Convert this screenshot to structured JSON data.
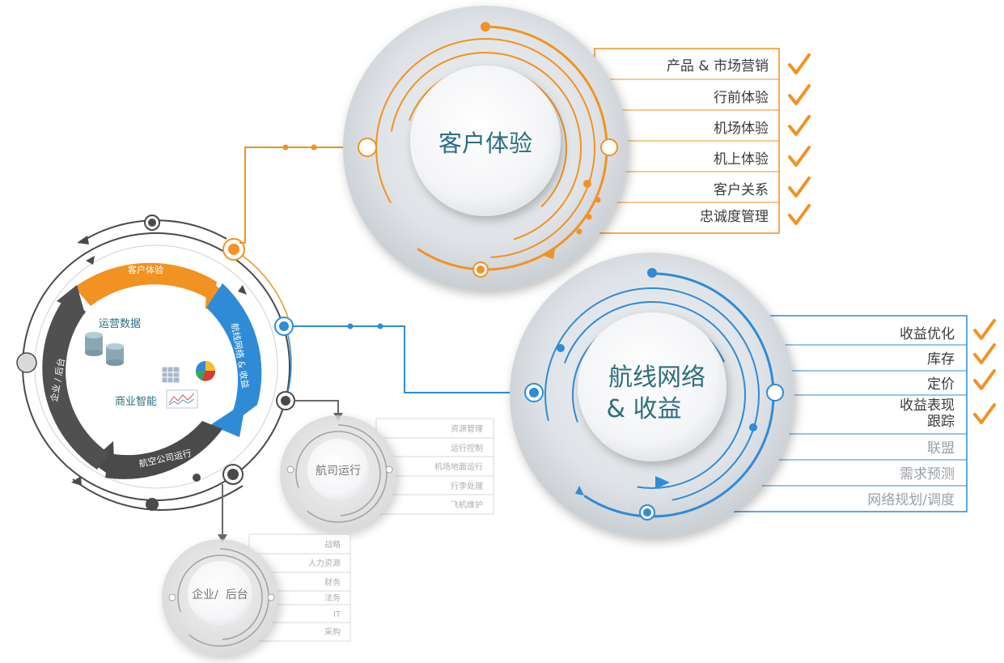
{
  "hub": {
    "segments": {
      "customer": "客户体验",
      "network": "航线网络 & 收益",
      "operations": "航空公司运行",
      "enterprise": "企业 / 后台"
    },
    "data_label": "运营数据",
    "bi_label": "商业智能"
  },
  "customer_experience": {
    "title": "客户体验",
    "items": [
      "产品 & 市场营销",
      "行前体验",
      "机场体验",
      "机上体验",
      "客户关系",
      "忠诚度管理"
    ]
  },
  "network_revenue": {
    "title_line1": "航线网络",
    "title_line2": "& 收益",
    "items_checked": [
      "收益优化",
      "库存",
      "定价",
      "收益表现",
      "跟踪"
    ],
    "items_unchecked": [
      "联盟",
      "需求预测",
      "网络规划/调度"
    ]
  },
  "airline_operations": {
    "title": "航司运行",
    "items": [
      "资源管理",
      "运行控制",
      "机场地面运行",
      "行李处理",
      "飞机维护"
    ]
  },
  "enterprise_backoffice": {
    "title": "企业/  后台",
    "items": [
      "战略",
      "人力资源",
      "财务",
      "法务",
      "IT",
      "采购"
    ]
  },
  "colors": {
    "orange": "#f29222",
    "blue": "#2f8bd6",
    "dark_gray": "#4a4a4a",
    "gray": "#8a8a8a",
    "teal_text": "#2d6e7e"
  },
  "icons": [
    "checkmark-icon",
    "database-icon",
    "cube-icon",
    "pie-chart-icon",
    "line-chart-icon"
  ]
}
